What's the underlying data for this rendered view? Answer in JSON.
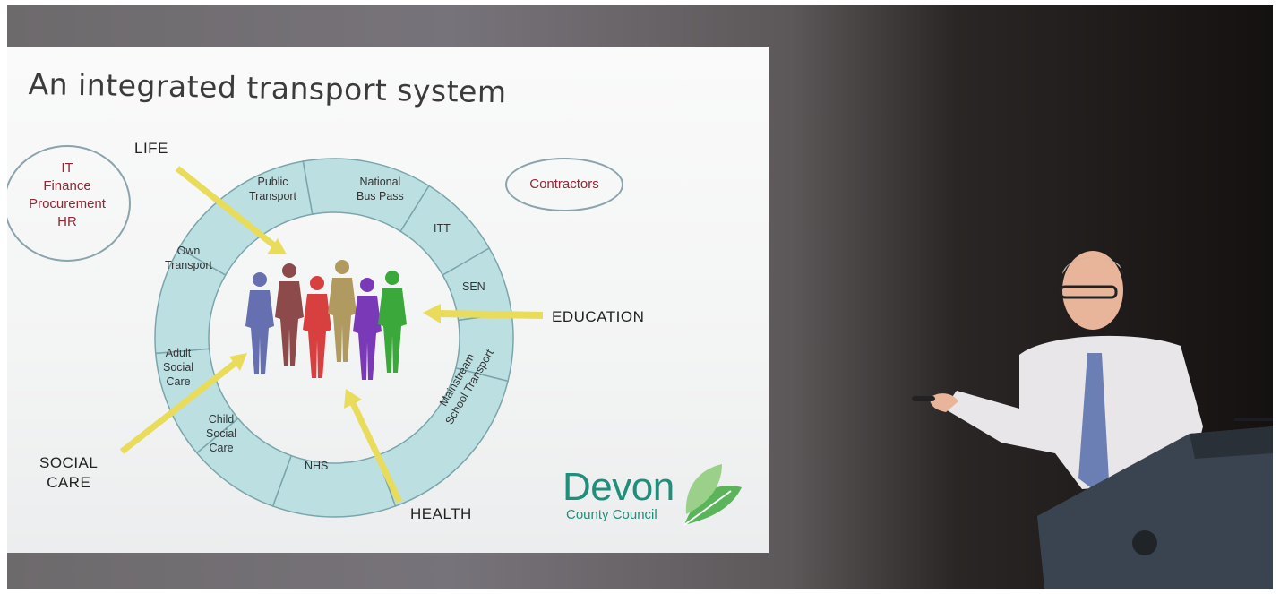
{
  "slide": {
    "title": "An integrated transport system",
    "segments": {
      "public_transport": "Public\nTransport",
      "national_bus_pass": "National\nBus Pass",
      "itt": "ITT",
      "sen": "SEN",
      "mainstream": "Mainstream\nSchool Transport",
      "nhs": "NHS",
      "child_social_care": "Child\nSocial\nCare",
      "adult_social_care": "Adult\nSocial\nCare",
      "own_transport": "Own\nTransport"
    },
    "arrows": {
      "life": "LIFE",
      "education": "EDUCATION",
      "health": "HEALTH",
      "social_care": "SOCIAL\nCARE"
    },
    "left_oval": "IT\nFinance\nProcurement\nHR",
    "right_oval": "Contractors",
    "logo": {
      "name": "Devon",
      "sub": "County Council"
    },
    "people_colors": [
      "#6670b0",
      "#8c4a4a",
      "#d84040",
      "#b09a60",
      "#7a3ab8",
      "#3aa83a"
    ],
    "colors": {
      "ring": "#bcdfe2",
      "ring_stroke": "#ffffff",
      "arrow": "#e8dc5a",
      "oval_text": "#8c2a35",
      "logo": "#1f8f7c"
    }
  }
}
